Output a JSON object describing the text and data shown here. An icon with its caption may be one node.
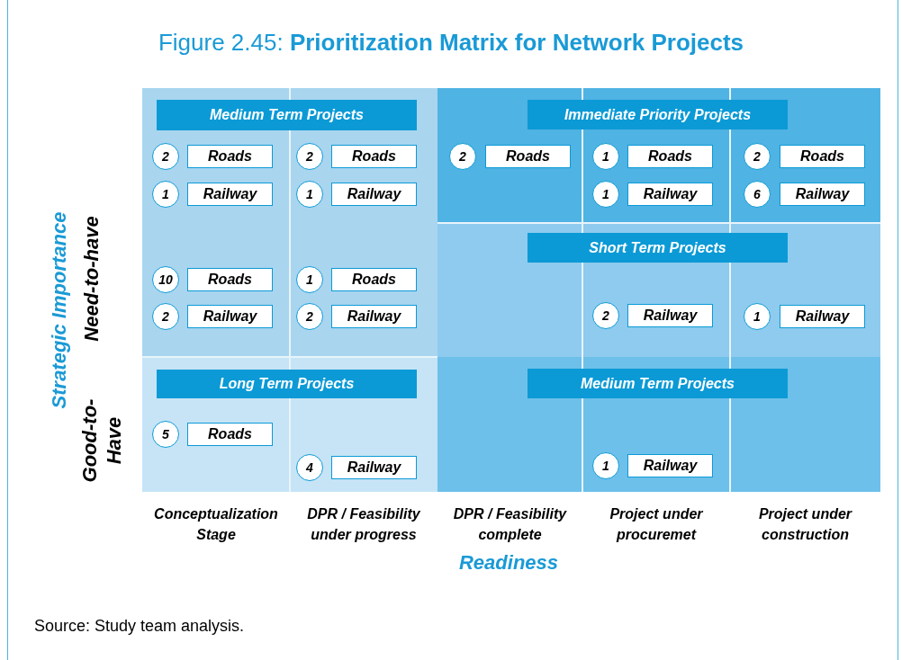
{
  "diagram": {
    "title": "Figure 2.45: **Prioritization Matrix for Network Projects**",
    "caption": "Source: Study team analysis.",
    "nodes": [
      {
        "text": [
          "Medium Term Projects"
        ]
      },
      {
        "text": [
          "Immediate Priority Projects"
        ]
      },
      {
        "text": [
          "2"
        ]
      },
      {
        "text": [
          "Roads"
        ]
      },
      {
        "text": [
          "2"
        ]
      },
      {
        "text": [
          "Roads"
        ]
      },
      {
        "text": [
          "2"
        ]
      },
      {
        "text": [
          "Roads"
        ]
      },
      {
        "text": [
          "1"
        ]
      },
      {
        "text": [
          "Roads"
        ]
      },
      {
        "text": [
          "2"
        ]
      },
      {
        "text": [
          "Roads"
        ]
      },
      {
        "text": [
          "1"
        ]
      },
      {
        "text": [
          "Railway"
        ]
      },
      {
        "text": [
          "1"
        ]
      },
      {
        "text": [
          "Railway"
        ]
      },
      {
        "text": [
          "1"
        ]
      },
      {
        "text": [
          "Railway"
        ]
      },
      {
        "text": [
          "6"
        ]
      },
      {
        "text": [
          "Railway"
        ]
      },
      {
        "text": [
          "Short Term Projects"
        ]
      },
      {
        "text": [
          "10"
        ]
      },
      {
        "text": [
          "Roads"
        ]
      },
      {
        "text": [
          "1"
        ]
      },
      {
        "text": [
          "Roads"
        ]
      },
      {
        "text": [
          "2"
        ]
      },
      {
        "text": [
          "Railway"
        ]
      },
      {
        "text": [
          "2"
        ]
      },
      {
        "text": [
          "Railway"
        ]
      },
      {
        "text": [
          "2"
        ]
      },
      {
        "text": [
          "Railway"
        ]
      },
      {
        "text": [
          "1"
        ]
      },
      {
        "text": [
          "Railway"
        ]
      },
      {
        "text": [
          "Long Term Projects"
        ]
      },
      {
        "text": [
          "Medium Term Projects"
        ]
      },
      {
        "text": [
          "5"
        ]
      },
      {
        "text": [
          "Roads"
        ]
      },
      {
        "text": [
          "4"
        ]
      },
      {
        "text": [
          "Railway"
        ]
      },
      {
        "text": [
          "1"
        ]
      },
      {
        "text": [
          "Railway"
        ]
      }
    ],
    "labels": [
      "Strategic Importance",
      "Need-to-have",
      "Good-to-Have",
      "Conceptualization Stage",
      "DPR / Feasibility under progress",
      "DPR / Feasibility complete",
      "Project under procuremet",
      "Project under construction",
      "Readiness"
    ]
  }
}
